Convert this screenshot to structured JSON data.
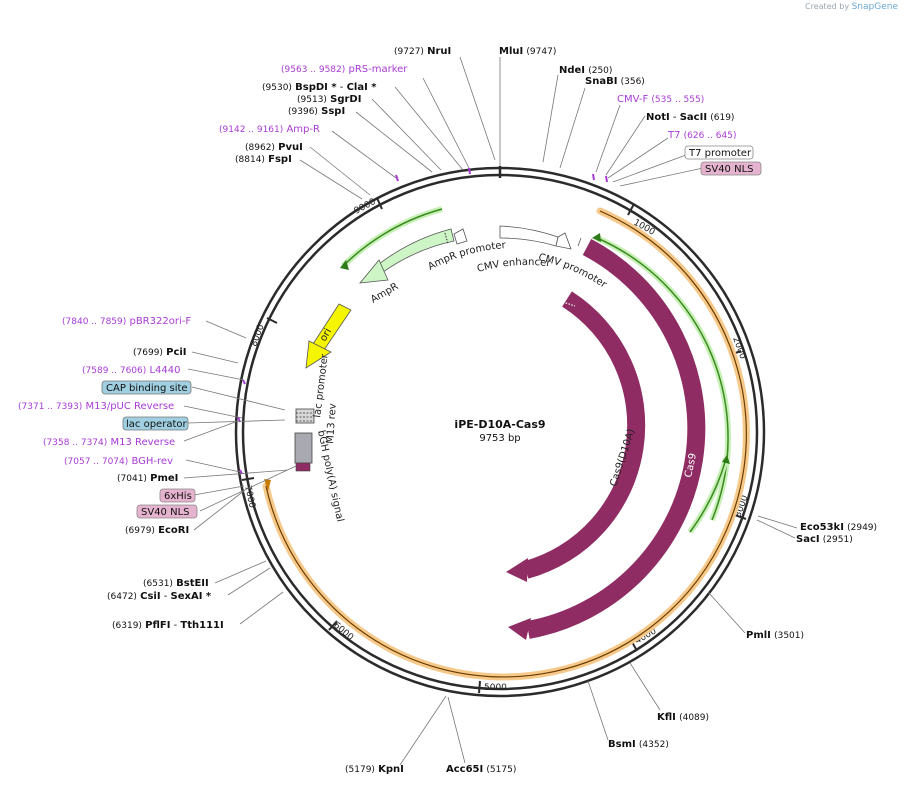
{
  "branding": {
    "prefix": "Created by",
    "product": "SnapGene"
  },
  "plasmid": {
    "name": "iPE-D10A-Cas9",
    "size_label": "9753 bp",
    "length_bp": 9753
  },
  "ticks": [
    "1000",
    "2000",
    "3000",
    "4000",
    "5000",
    "6000",
    "7000",
    "8000",
    "9000"
  ],
  "colors": {
    "backbone": "#2b2b2b",
    "cas9": "#8f2c63",
    "green": "#3a8a1f",
    "orange": "#f0a940",
    "feature_label": "#a93bd5",
    "light_green": "#cdf5c5",
    "ori": "#f5f500",
    "lac": "#9fcfe0",
    "pink": "#e6b3cf"
  },
  "center": {
    "line1": "iPE-D10A-Cas9",
    "line2": "9753 bp"
  },
  "sites": [
    {
      "id": "nrui",
      "name": "NruI",
      "pos": "(9727)"
    },
    {
      "id": "mlui",
      "name": "MluI",
      "pos": "(9747)"
    },
    {
      "id": "ndei",
      "name": "NdeI",
      "pos": "(250)"
    },
    {
      "id": "snabi",
      "name": "SnaBI",
      "pos": "(356)"
    },
    {
      "id": "noti",
      "name": "NotI",
      "pos": "(619)"
    },
    {
      "id": "sacii",
      "name": "SacII",
      "pos": ""
    },
    {
      "id": "bspdi",
      "name": "BspDI *",
      "pos": "(9530)"
    },
    {
      "id": "clai",
      "name": "ClaI *",
      "pos": ""
    },
    {
      "id": "sgrdi",
      "name": "SgrDI",
      "pos": "(9513)"
    },
    {
      "id": "sspi",
      "name": "SspI",
      "pos": "(9396)"
    },
    {
      "id": "pvui",
      "name": "PvuI",
      "pos": "(8962)"
    },
    {
      "id": "fspi",
      "name": "FspI",
      "pos": "(8814)"
    },
    {
      "id": "pcii",
      "name": "PciI",
      "pos": "(7699)"
    },
    {
      "id": "pmei",
      "name": "PmeI",
      "pos": "(7041)"
    },
    {
      "id": "ecori",
      "name": "EcoRI",
      "pos": "(6979)"
    },
    {
      "id": "bsteii",
      "name": "BstEII",
      "pos": "(6531)"
    },
    {
      "id": "csii",
      "name": "CsiI",
      "pos": "(6472)"
    },
    {
      "id": "sexai",
      "name": "SexAI *",
      "pos": ""
    },
    {
      "id": "pflfi",
      "name": "PflFI",
      "pos": "(6319)"
    },
    {
      "id": "tth111i",
      "name": "Tth111I",
      "pos": ""
    },
    {
      "id": "kpni",
      "name": "KpnI",
      "pos": "(5179)"
    },
    {
      "id": "acc65i",
      "name": "Acc65I",
      "pos": "(5175)"
    },
    {
      "id": "bsmi",
      "name": "BsmI",
      "pos": "(4352)"
    },
    {
      "id": "kfli",
      "name": "KflI",
      "pos": "(4089)"
    },
    {
      "id": "pmli",
      "name": "PmlI",
      "pos": "(3501)"
    },
    {
      "id": "eco53ki",
      "name": "Eco53kI",
      "pos": "(2949)"
    },
    {
      "id": "saci",
      "name": "SacI",
      "pos": "(2951)"
    }
  ],
  "primers": [
    {
      "id": "prs",
      "name": "pRS-marker",
      "range": "(9563 .. 9582)"
    },
    {
      "id": "cmvf",
      "name": "CMV-F",
      "range": "(535 .. 555)"
    },
    {
      "id": "t7",
      "name": "T7",
      "range": "(626 .. 645)"
    },
    {
      "id": "ampr",
      "name": "Amp-R",
      "range": "(9142 .. 9161)"
    },
    {
      "id": "pbr",
      "name": "pBR322ori-F",
      "range": "(7840 .. 7859)"
    },
    {
      "id": "l4440",
      "name": "L4440",
      "range": "(7589 .. 7606)"
    },
    {
      "id": "m13puc",
      "name": "M13/pUC Reverse",
      "range": "(7371 .. 7393)"
    },
    {
      "id": "m13rev",
      "name": "M13 Reverse",
      "range": "(7358 .. 7374)"
    },
    {
      "id": "bgh",
      "name": "BGH-rev",
      "range": "(7057 .. 7074)"
    }
  ],
  "boxes": [
    {
      "id": "t7prom",
      "name": "T7 promoter"
    },
    {
      "id": "sv40a",
      "name": "SV40 NLS"
    },
    {
      "id": "cap",
      "name": "CAP binding site"
    },
    {
      "id": "lacop",
      "name": "lac operator"
    },
    {
      "id": "sixhis",
      "name": "6xHis"
    },
    {
      "id": "sv40b",
      "name": "SV40 NLS"
    }
  ],
  "features": {
    "amprp": "AmpR promoter",
    "cmvenh": "CMV enhancer",
    "cmvprom": "CMV promoter",
    "ampr": "AmpR",
    "ori": "ori",
    "lacp": "lac promoter",
    "m13": "M13 rev",
    "bgh": "bGH poly(A) signal",
    "cas9d": "Cas9(D10A)",
    "cas9": "Cas9"
  }
}
